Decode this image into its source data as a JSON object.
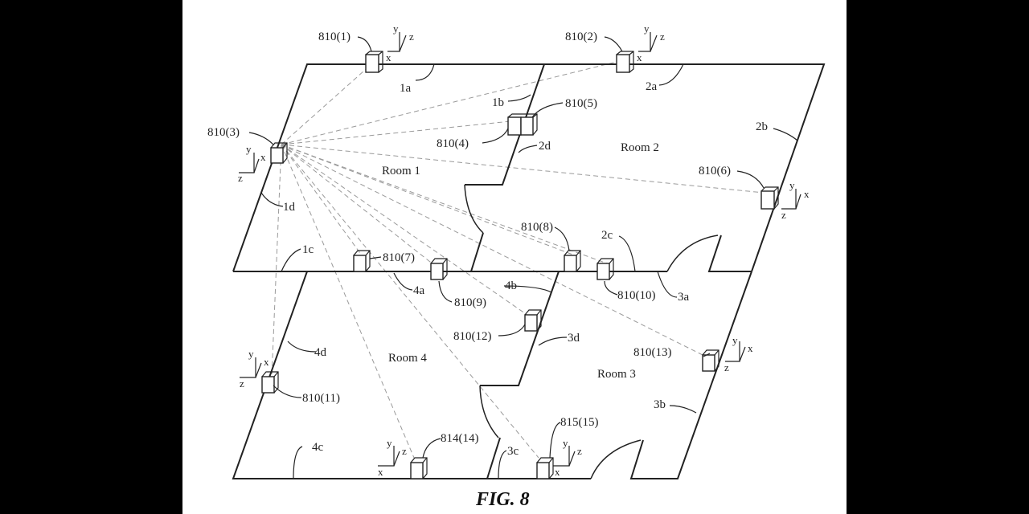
{
  "figure": {
    "caption": "FIG. 8",
    "rooms": [
      {
        "id": "room-1",
        "label": "Room 1"
      },
      {
        "id": "room-2",
        "label": "Room 2"
      },
      {
        "id": "room-3",
        "label": "Room 3"
      },
      {
        "id": "room-4",
        "label": "Room 4"
      }
    ],
    "wall_labels": [
      "1a",
      "1b",
      "1c",
      "1d",
      "2a",
      "2b",
      "2c",
      "2d",
      "3a",
      "3b",
      "3c",
      "3d",
      "4a",
      "4b",
      "4c",
      "4d"
    ],
    "sensors": [
      "810(1)",
      "810(2)",
      "810(3)",
      "810(4)",
      "810(5)",
      "810(6)",
      "810(7)",
      "810(8)",
      "810(9)",
      "810(10)",
      "810(11)",
      "810(12)",
      "810(13)",
      "814(14)",
      "815(15)"
    ],
    "axis_labels": {
      "x": "x",
      "y": "y",
      "z": "z"
    }
  }
}
